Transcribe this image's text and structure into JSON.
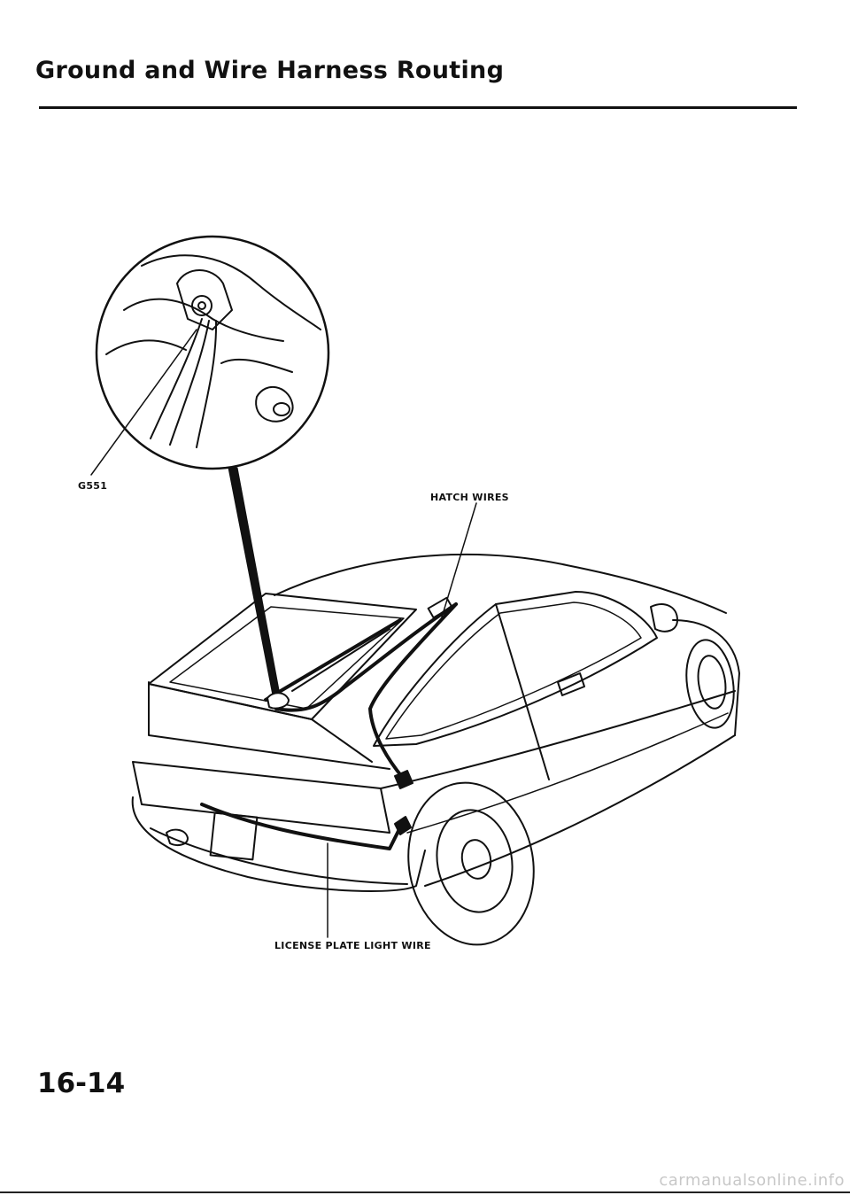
{
  "page": {
    "title": "Ground and Wire Harness Routing",
    "page_number": "16-14"
  },
  "callouts": {
    "ground": "G551",
    "hatch": "HATCH WIRES",
    "license_plate": "LICENSE PLATE LIGHT WIRE"
  },
  "watermark": "carmanualsonline.info"
}
